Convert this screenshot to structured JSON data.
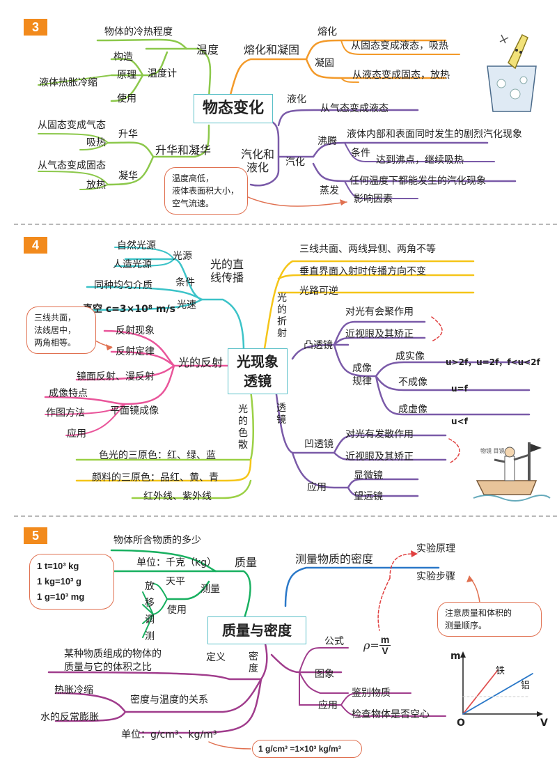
{
  "s3": {
    "num": "3",
    "center": "物态变化",
    "temp": "温度",
    "temp_def": "物体的冷热程度",
    "thermometer": "温度计",
    "construct": "构造",
    "principle": "原理",
    "principle_desc": "液体热胀冷缩",
    "usage": "使用",
    "sub": "升华和凝华",
    "sublim": "升华",
    "sublim_a": "从固态变成气态",
    "sublim_b": "吸热",
    "desub": "凝华",
    "desub_a": "从气态变成固态",
    "desub_b": "放热",
    "note": [
      "温度高低，",
      "液体表面积大小，",
      "空气流速。"
    ],
    "melt_group": "熔化和凝固",
    "melt": "熔化",
    "melt_desc": "从固态变成液态，吸热",
    "freeze": "凝固",
    "freeze_desc": "从液态变成固态，放热",
    "vap_group": [
      "汽化和",
      "液化"
    ],
    "liq": "液化",
    "liq_desc": "从气态变成液态",
    "vap": "汽化",
    "boil": "沸腾",
    "boil_desc": "液体内部和表面同时发生的剧烈汽化现象",
    "cond": "条件",
    "cond_desc": "达到沸点，继续吸热",
    "evap": "蒸发",
    "evap_desc": "任何温度下都能发生的汽化现象",
    "factors": "影响因素"
  },
  "s4": {
    "num": "4",
    "center": [
      "光现象",
      "透镜"
    ],
    "straight": [
      "光的直",
      "线传播"
    ],
    "source": "光源",
    "nat": "自然光源",
    "art": "人造光源",
    "cond": "条件",
    "cond_desc": "同种均匀介质",
    "speed": "光速",
    "speed_desc": "真空 c=3×10⁸ m/s",
    "note": [
      "三线共面，",
      "法线居中，",
      "两角相等。"
    ],
    "refl": "光的反射",
    "refl_a": "反射现象",
    "refl_b": "反射定律",
    "refl_c": "镜面反射、漫反射",
    "plane": "平面镜成像",
    "plane_a": "成像特点",
    "plane_b": "作图方法",
    "plane_c": "应用",
    "disp": "光的色散",
    "disp_a": "色光的三原色：红、绿、蓝",
    "disp_b": "颜料的三原色：品红、黄、青",
    "disp_c": "红外线、紫外线",
    "refr": "光的折射",
    "refr_a": "三线共面、两线异侧、两角不等",
    "refr_b": "垂直界面入射时传播方向不变",
    "refr_c": "光路可逆",
    "lens": "透镜",
    "convex": "凸透镜",
    "convex_a": "对光有会聚作用",
    "convex_b": "近视眼及其矫正",
    "rule": [
      "成像",
      "规律"
    ],
    "real": "成实像",
    "real_c": "u>2f，u=2f，f<u<2f",
    "none": "不成像",
    "none_c": "u=f",
    "virtual": "成虚像",
    "virtual_c": "u<f",
    "concave": "凹透镜",
    "concave_a": "对光有发散作用",
    "concave_b": "近视眼及其矫正",
    "apply": "应用",
    "micro": "显微镜",
    "tele": "望远镜",
    "pic_label_a": "物镜",
    "pic_label_b": "目镜"
  },
  "s5": {
    "num": "5",
    "center": "质量与密度",
    "mass": "质量",
    "mass_def": "物体所含物质的多少",
    "unit": "单位：千克（kg）",
    "units_box": [
      "1 t=10³ kg",
      "1 kg=10³ g",
      "1 g=10³ mg"
    ],
    "measure": "测量",
    "balance": "天平",
    "use": "使用",
    "steps": [
      "放",
      "移",
      "调",
      "测"
    ],
    "measure_d": "测量物质的密度",
    "exp_p": "实验原理",
    "exp_s": "实验步骤",
    "note": [
      "注意质量和体积的",
      "测量顺序。"
    ],
    "density": "密度",
    "defn": "定义",
    "defn_desc": [
      "某种物质组成的物体的",
      "质量与它的体积之比"
    ],
    "temp_rel": "密度与温度的关系",
    "tr_a": "热胀冷缩",
    "tr_b": "水的反常膨胀",
    "unit_d": "单位：g/cm³、kg/m³",
    "unit_conv": "1 g/cm³ =1×10³ kg/m³",
    "formula": "公式",
    "rho": "ρ=",
    "m": "m",
    "v": "V",
    "image": "图象",
    "app": "应用",
    "app_a": "鉴别物质",
    "app_b": "检查物体是否空心",
    "graph": {
      "y": "m",
      "x": "V",
      "o": "O",
      "iron": "铁",
      "al": "铝"
    }
  },
  "colors": {
    "green": "#8cc84b",
    "orange": "#f39a2a",
    "purple": "#7a5aa8",
    "teal": "#3cc3c8",
    "pink": "#e9559a",
    "yellow": "#f5c518",
    "blue": "#2a78c8",
    "accent": "#f28a1c"
  }
}
